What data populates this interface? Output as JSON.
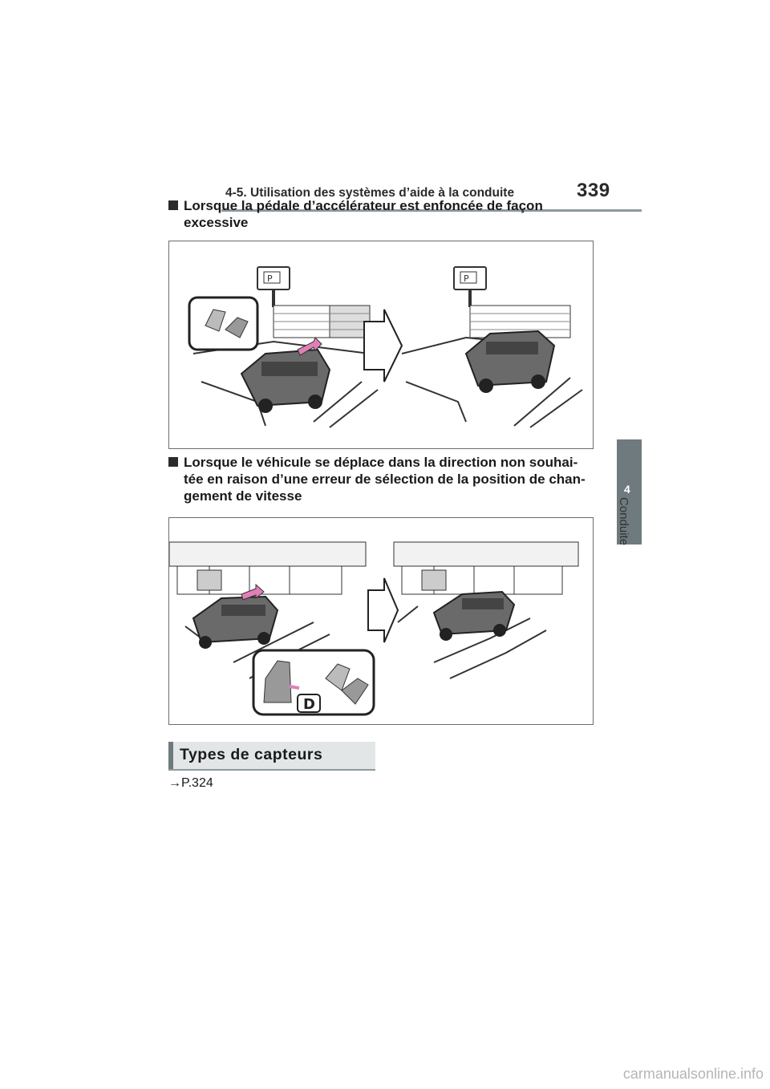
{
  "header": {
    "title": "4-5. Utilisation des systèmes d’aide à la conduite",
    "page_number": "339"
  },
  "side_tab": {
    "number": "4",
    "label": "Conduite"
  },
  "sections": [
    {
      "heading": "Lorsque la pédale d’accélérateur est enfoncée de façon excessive"
    },
    {
      "heading": "Lorsque le véhicule se déplace dans la direction non souhai-tée en raison d’une erreur de sélection de la position de chan-gement de vitesse"
    }
  ],
  "figure2_badge": "D",
  "types_section": {
    "title": "Types de capteurs",
    "xref": "→P.324"
  },
  "footer": {
    "watermark": "carmanualsonline.info"
  },
  "colors": {
    "accent_gray": "#6f7a7e",
    "arrow_pink": "#e07fb8",
    "banner_bg": "#e3e6e7"
  }
}
